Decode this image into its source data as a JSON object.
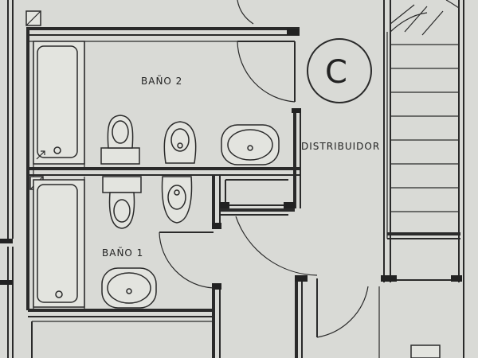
{
  "rooms": {
    "bano2": "BAÑO 2",
    "bano1": "BAÑO 1",
    "distribuidor": "DISTRIBUIDOR"
  },
  "section_marker": "C"
}
